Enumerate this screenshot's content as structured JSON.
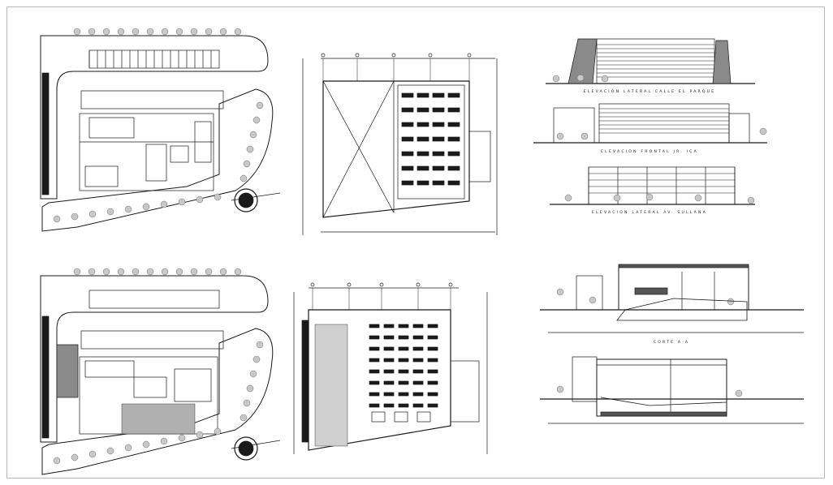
{
  "drawing": {
    "elevations": [
      {
        "id": "elev-calle",
        "title": "ELEVACION LATERAL CALLE EL PARQUE"
      },
      {
        "id": "elev-ica",
        "title": "ELEVACION FRONTAL JR. ICA"
      },
      {
        "id": "elev-sullana",
        "title": "ELEVACION LATERAL AV. SULLANA"
      }
    ],
    "sections": [
      {
        "id": "corte-a",
        "title": "CORTE A-A"
      },
      {
        "id": "corte-b",
        "title": ""
      }
    ]
  },
  "colors": {
    "line": "#1a1a1a",
    "fill_dark": "#555555",
    "fill_grey": "#8a8a8a",
    "tree": "#c8c8c8",
    "border": "#b8b8b8"
  }
}
